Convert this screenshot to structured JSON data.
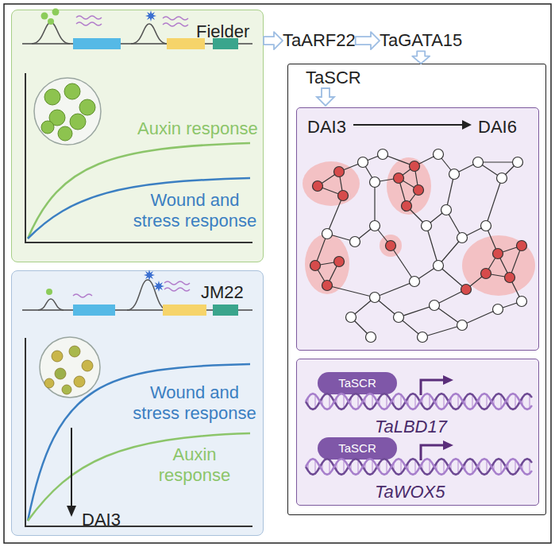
{
  "diagram": {
    "nodes": [
      {
        "text": [
          "Fielder",
          "Auxin response",
          "Wound and stress response"
        ]
      },
      {
        "text": [
          "TaARF22"
        ]
      },
      {
        "text": [
          "TaGATA15"
        ]
      },
      {
        "text": [
          "TaSCR"
        ]
      },
      {
        "text": [
          "DAI3",
          "DAI6"
        ],
        "in": 3
      },
      {
        "text": [
          "TaLBD17",
          "TaWOX5"
        ],
        "in": 3
      },
      {
        "text": [
          "TaSCR"
        ],
        "in": 5
      },
      {
        "text": [
          "TaSCR"
        ],
        "in": 5
      },
      {
        "text": [
          "JM22",
          "Wound and stress response",
          "Auxin response",
          "DAI3"
        ]
      }
    ],
    "edges": [
      {
        "from": 0,
        "to": 1,
        "arrow": "to"
      },
      {
        "from": 1,
        "to": 2,
        "arrow": "to"
      },
      {
        "from": 2,
        "to": 3,
        "arrow": "to"
      }
    ]
  }
}
